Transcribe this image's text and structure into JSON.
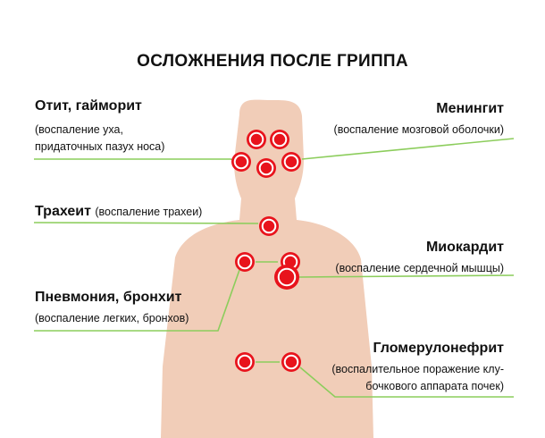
{
  "title": "ОСЛОЖНЕНИЯ ПОСЛЕ ГРИППА",
  "colors": {
    "body": "#f1cdb8",
    "marker_fill": "#e8131c",
    "marker_ring": "#ffffff",
    "leader_line": "#8ccd5c",
    "text": "#111111"
  },
  "complications": [
    {
      "id": "otitis",
      "name": "Отит, гайморит",
      "note_lines": [
        "(воспаление уха,",
        "придаточных пазух носа)"
      ],
      "side": "left"
    },
    {
      "id": "meningitis",
      "name": "Менингит",
      "note_lines": [
        "(воспаление мозговой оболочки)"
      ],
      "side": "right"
    },
    {
      "id": "tracheitis",
      "name": "Трахеит",
      "note_lines": [
        "(воспаление трахеи)"
      ],
      "side": "left"
    },
    {
      "id": "myocarditis",
      "name": "Миокардит",
      "note_lines": [
        "(воспаление сердечной мышцы)"
      ],
      "side": "right"
    },
    {
      "id": "pneumonia",
      "name": "Пневмония, бронхит",
      "note_lines": [
        "(воспаление легких, бронхов)"
      ],
      "side": "left"
    },
    {
      "id": "glomerulonephritis",
      "name": "Гломерулонефрит",
      "note_lines": [
        "(воспалительное поражение клу-",
        "бочкового аппарата почек)"
      ],
      "side": "right"
    }
  ]
}
